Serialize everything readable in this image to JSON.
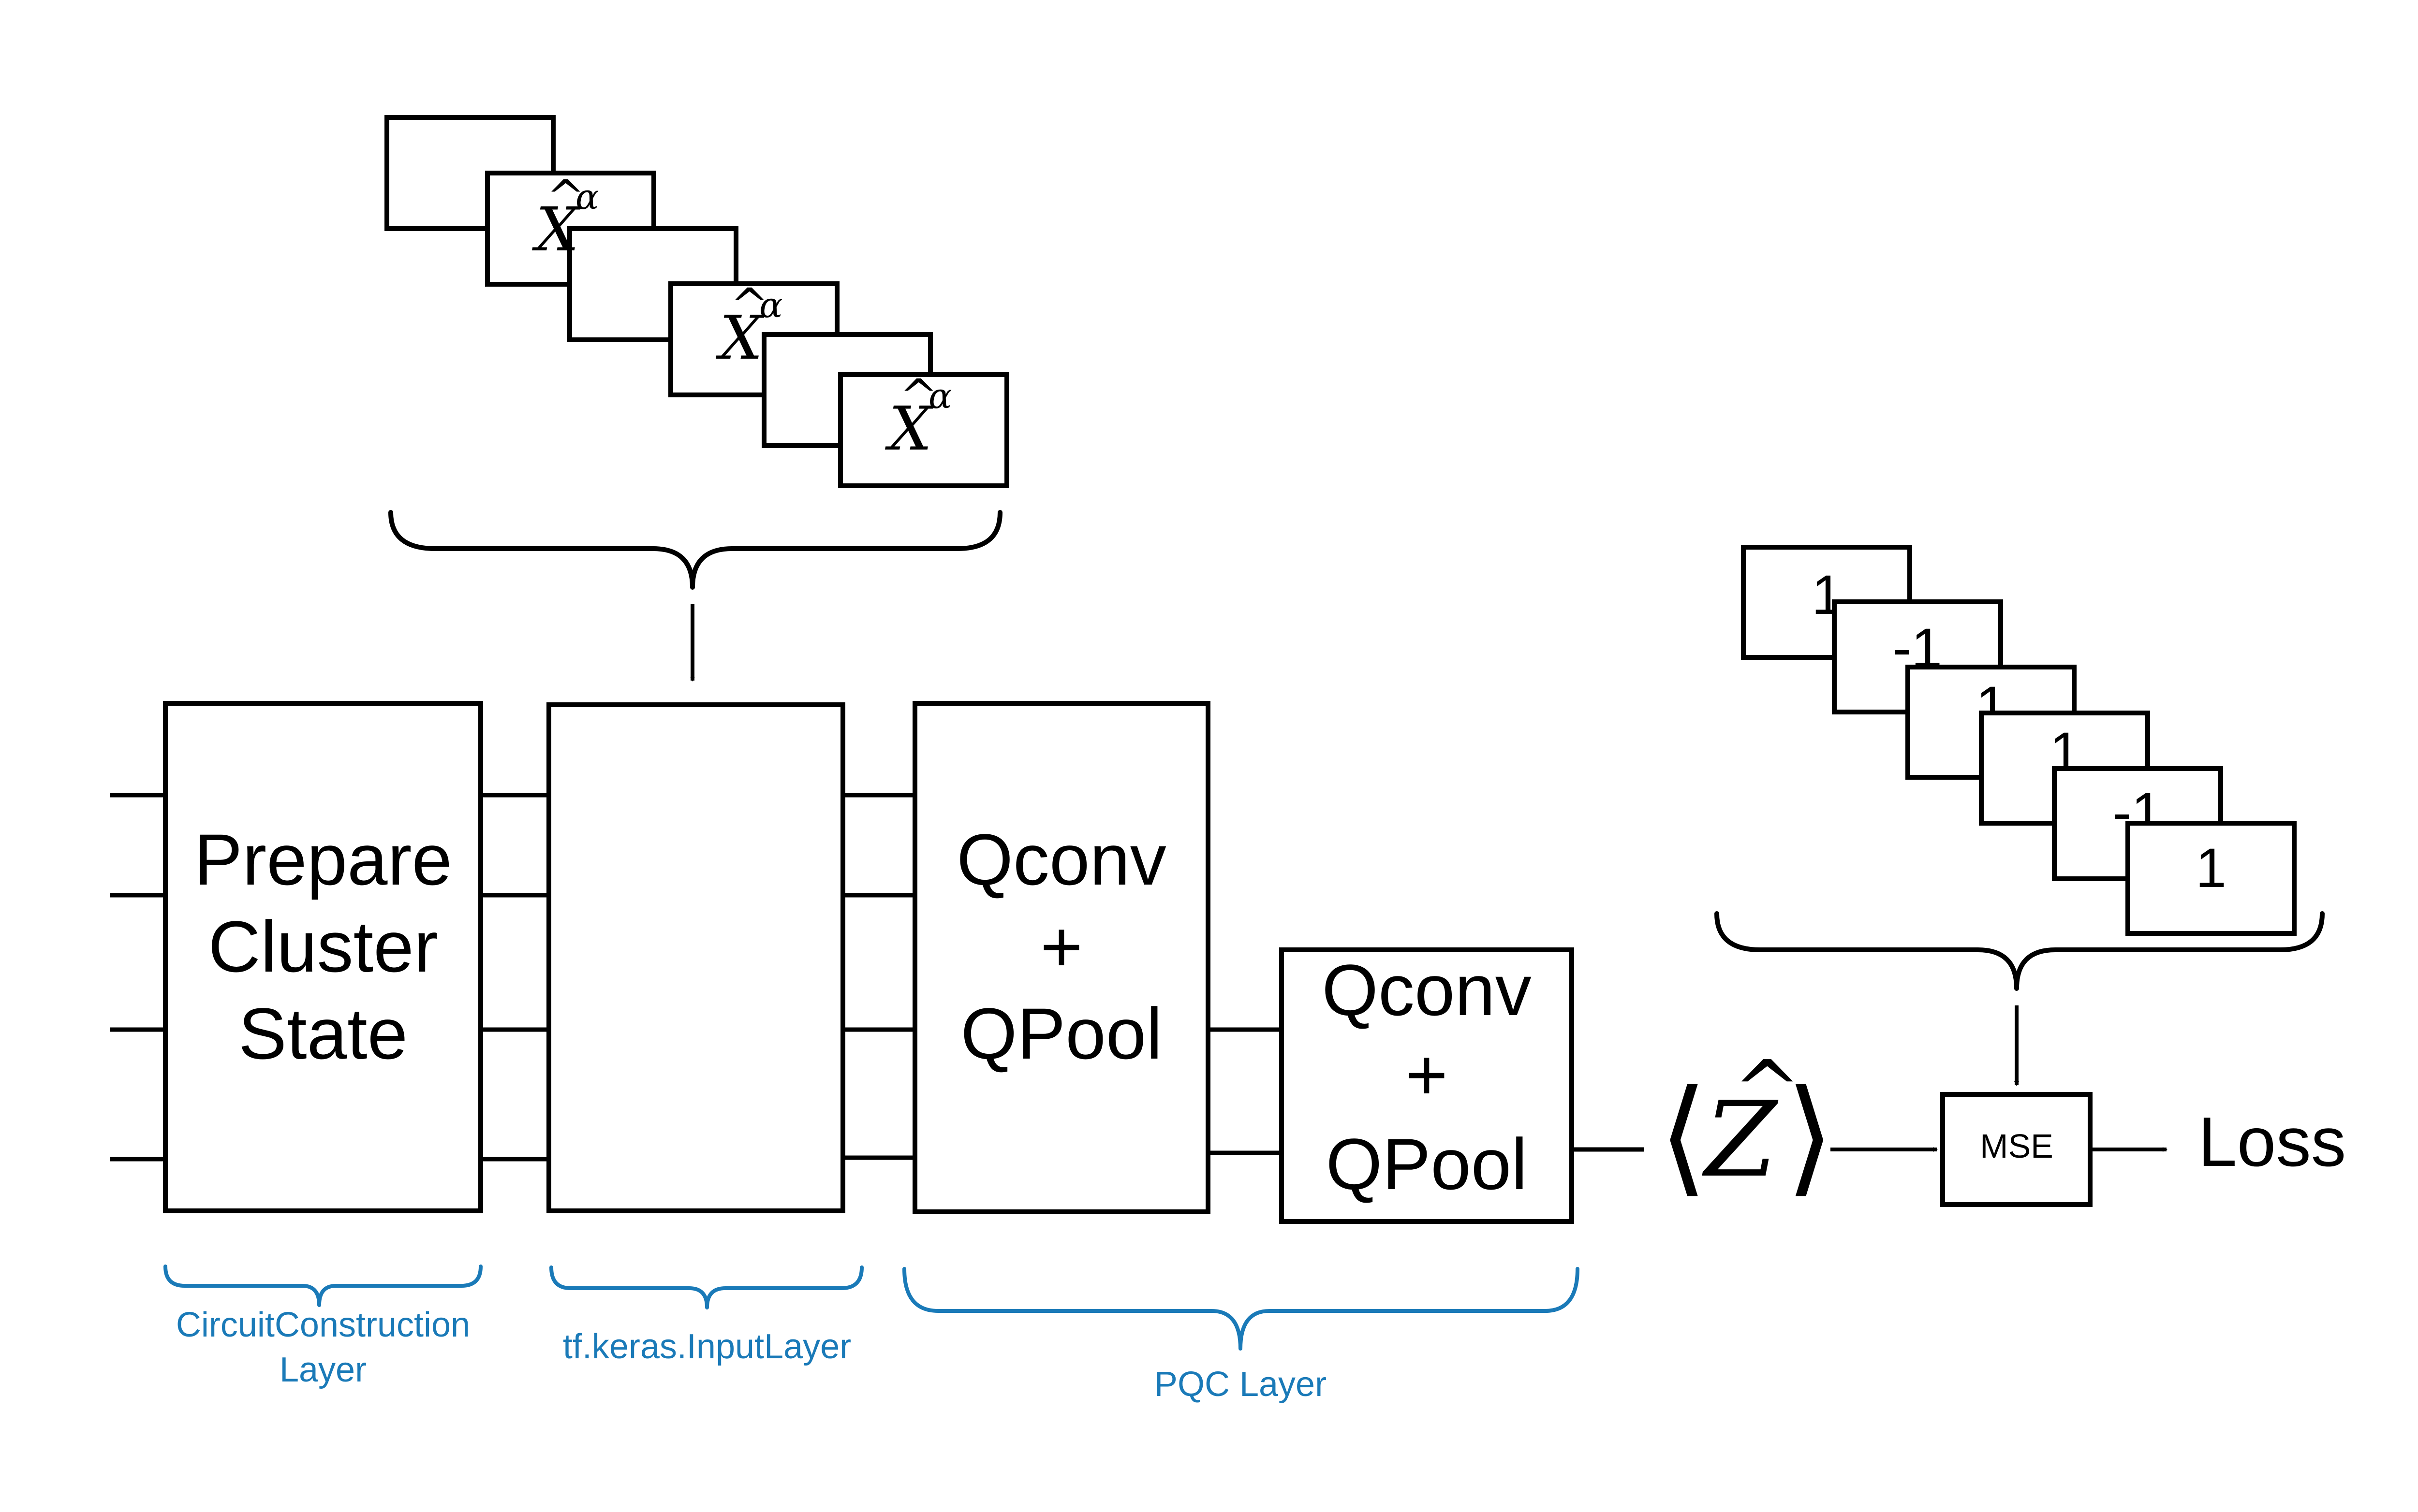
{
  "blocks": {
    "prepare": [
      "Prepare",
      "Cluster",
      "State"
    ],
    "qconv1": [
      "Qconv",
      "+",
      " QPool"
    ],
    "qconv2": [
      "Qconv",
      "+",
      " QPool"
    ]
  },
  "input_stack": {
    "symbol": "X",
    "hat": "^",
    "superscript": "α"
  },
  "label_stack": {
    "values": [
      "1",
      "-1",
      "1",
      "1",
      "-1",
      "1"
    ]
  },
  "output": {
    "langle": "⟨",
    "symbol": "Z",
    "hat": "^",
    "rangle": "⟩"
  },
  "mse": {
    "label": "MSE"
  },
  "loss": {
    "label": "Loss"
  },
  "layer_labels": {
    "circuit_construction": [
      "CircuitConstruction",
      "Layer"
    ],
    "input_layer": "tf.keras.InputLayer",
    "pqc_layer": "PQC Layer"
  },
  "colors": {
    "line": "#000000",
    "annotation": "#1a7ab8"
  }
}
